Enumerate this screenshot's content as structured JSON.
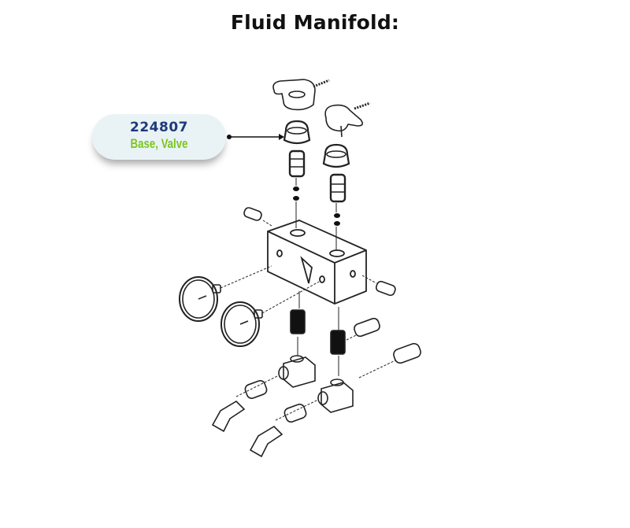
{
  "title": "Fluid Manifold:",
  "callout": {
    "part_number": "224807",
    "description": "Base, Valve",
    "colors": {
      "part_number": "#1f3a7a",
      "description": "#7cc421",
      "background": "#e9f3f5"
    }
  },
  "diagram": {
    "subject": "exploded-view fluid manifold assembly",
    "components": [
      "valve-handle",
      "handle-pin",
      "valve-base",
      "valve-cartridge",
      "o-rings",
      "manifold-block",
      "pressure-gauge",
      "nipple-fitting",
      "tee-fitting",
      "swivel-fitting",
      "elbow-fitting"
    ]
  }
}
